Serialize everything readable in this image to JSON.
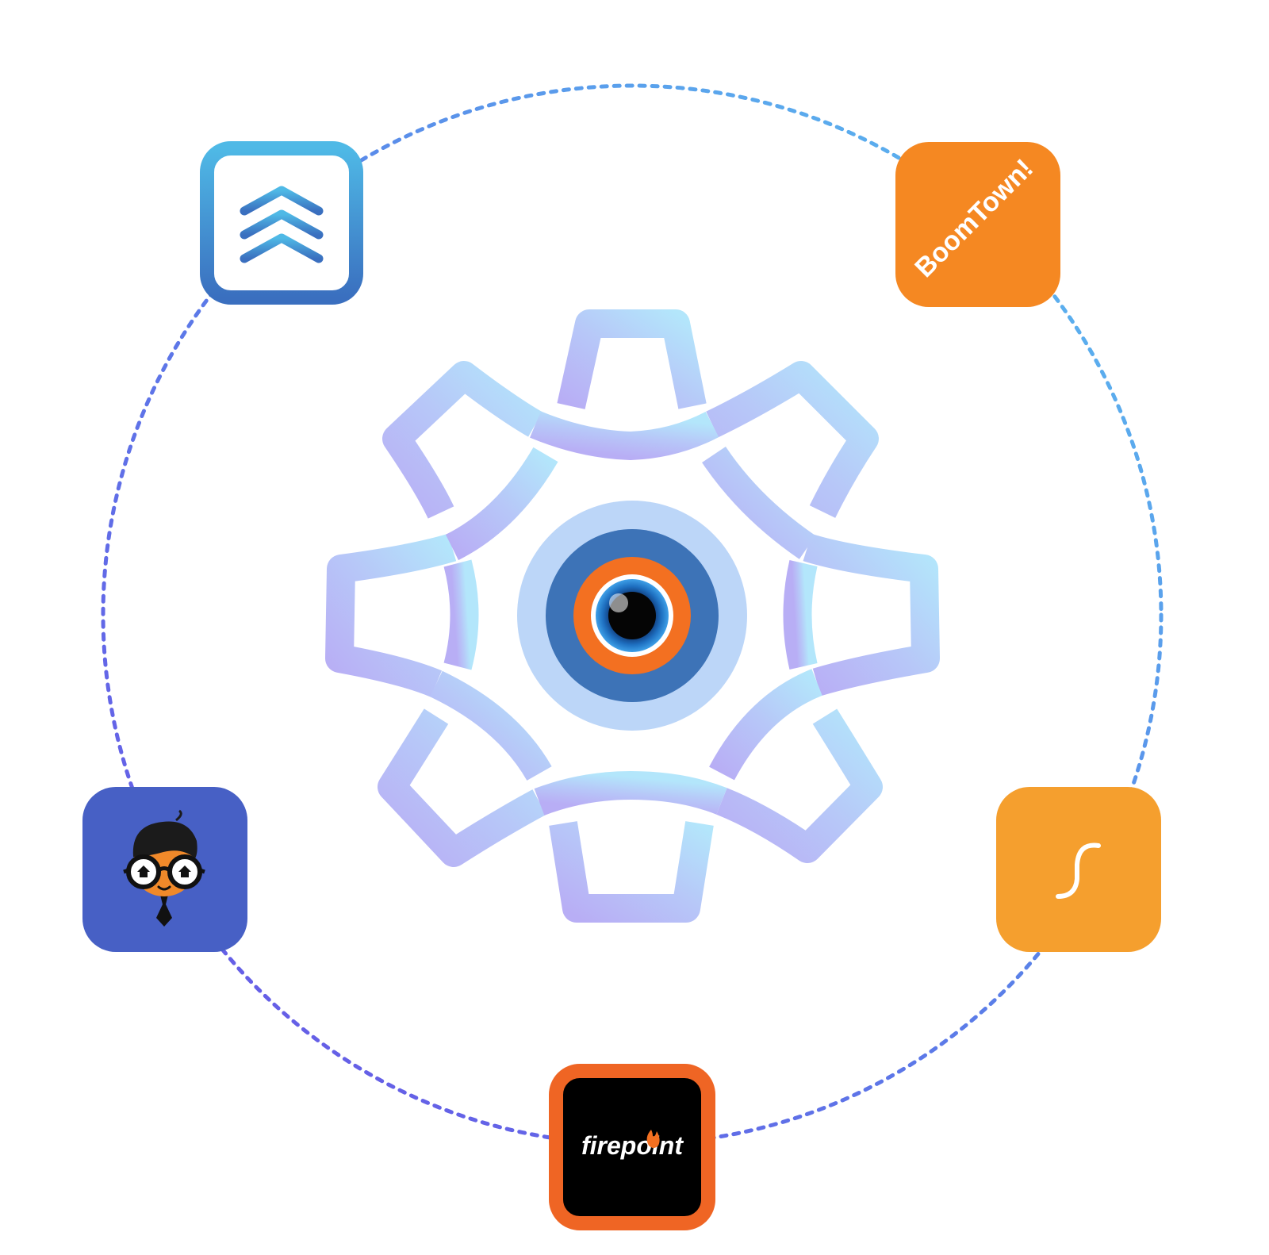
{
  "diagram": {
    "hub": {
      "name": "integration-hub",
      "colors": {
        "gear_from": "#b8aef5",
        "gear_to": "#b3e6fb",
        "outer_disc": "#bcd6f8",
        "ring_dark": "#3d73b7",
        "ring_orange": "#f37021",
        "iris": "#1e6fc0",
        "pupil": "#050505"
      }
    },
    "orbit": {
      "color_from": "#6a52e6",
      "color_to": "#5bc2f0",
      "style": "dotted"
    },
    "integrations": [
      {
        "id": "chevrons",
        "icon": "triple-chevron-up-icon",
        "bg": "#ffffff",
        "accent_from": "#4fb9e6",
        "accent_to": "#3a6fbf"
      },
      {
        "id": "boomtown",
        "label": "BoomTown!",
        "bg": "#f58822",
        "text_color": "#ffffff"
      },
      {
        "id": "agent-mascot",
        "icon": "nerd-mascot-icon",
        "bg": "#4760c5"
      },
      {
        "id": "s-curve",
        "icon": "s-curve-icon",
        "bg": "#f59f2e"
      },
      {
        "id": "firepoint",
        "label": "firepoint",
        "bg": "#000000",
        "border": "#ef6524",
        "text_color": "#ffffff"
      }
    ]
  }
}
